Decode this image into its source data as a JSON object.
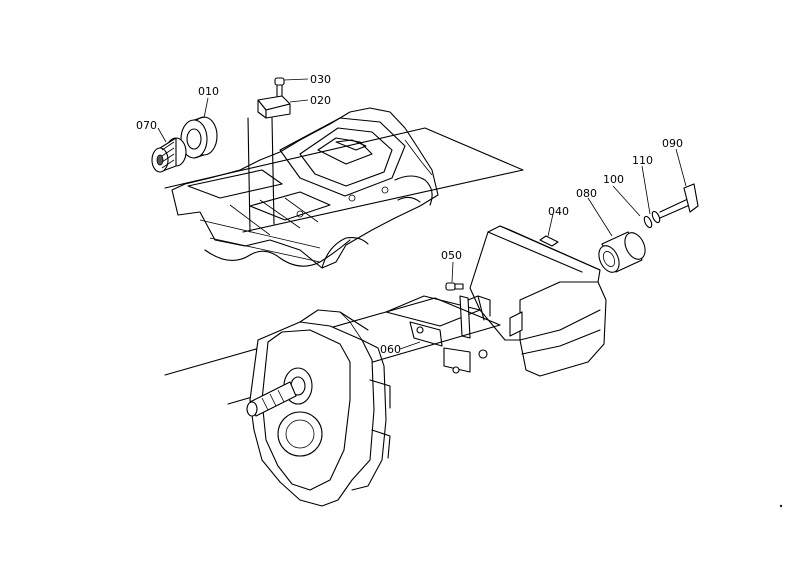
{
  "parts": [
    {
      "id": "p010",
      "label": "010",
      "name": "bearing-icon"
    },
    {
      "id": "p020",
      "label": "020",
      "name": "bracket-icon"
    },
    {
      "id": "p030",
      "label": "030",
      "name": "bolt-icon"
    },
    {
      "id": "p040",
      "label": "040",
      "name": "cover-icon"
    },
    {
      "id": "p050",
      "label": "050",
      "name": "bolt-icon"
    },
    {
      "id": "p060",
      "label": "060",
      "name": "bolt-icon"
    },
    {
      "id": "p070",
      "label": "070",
      "name": "gear-icon"
    },
    {
      "id": "p080",
      "label": "080",
      "name": "sleeve-icon"
    },
    {
      "id": "p090",
      "label": "090",
      "name": "wing-bolt-icon"
    },
    {
      "id": "p100",
      "label": "100",
      "name": "washer-icon"
    },
    {
      "id": "p110",
      "label": "110",
      "name": "washer-icon"
    }
  ]
}
